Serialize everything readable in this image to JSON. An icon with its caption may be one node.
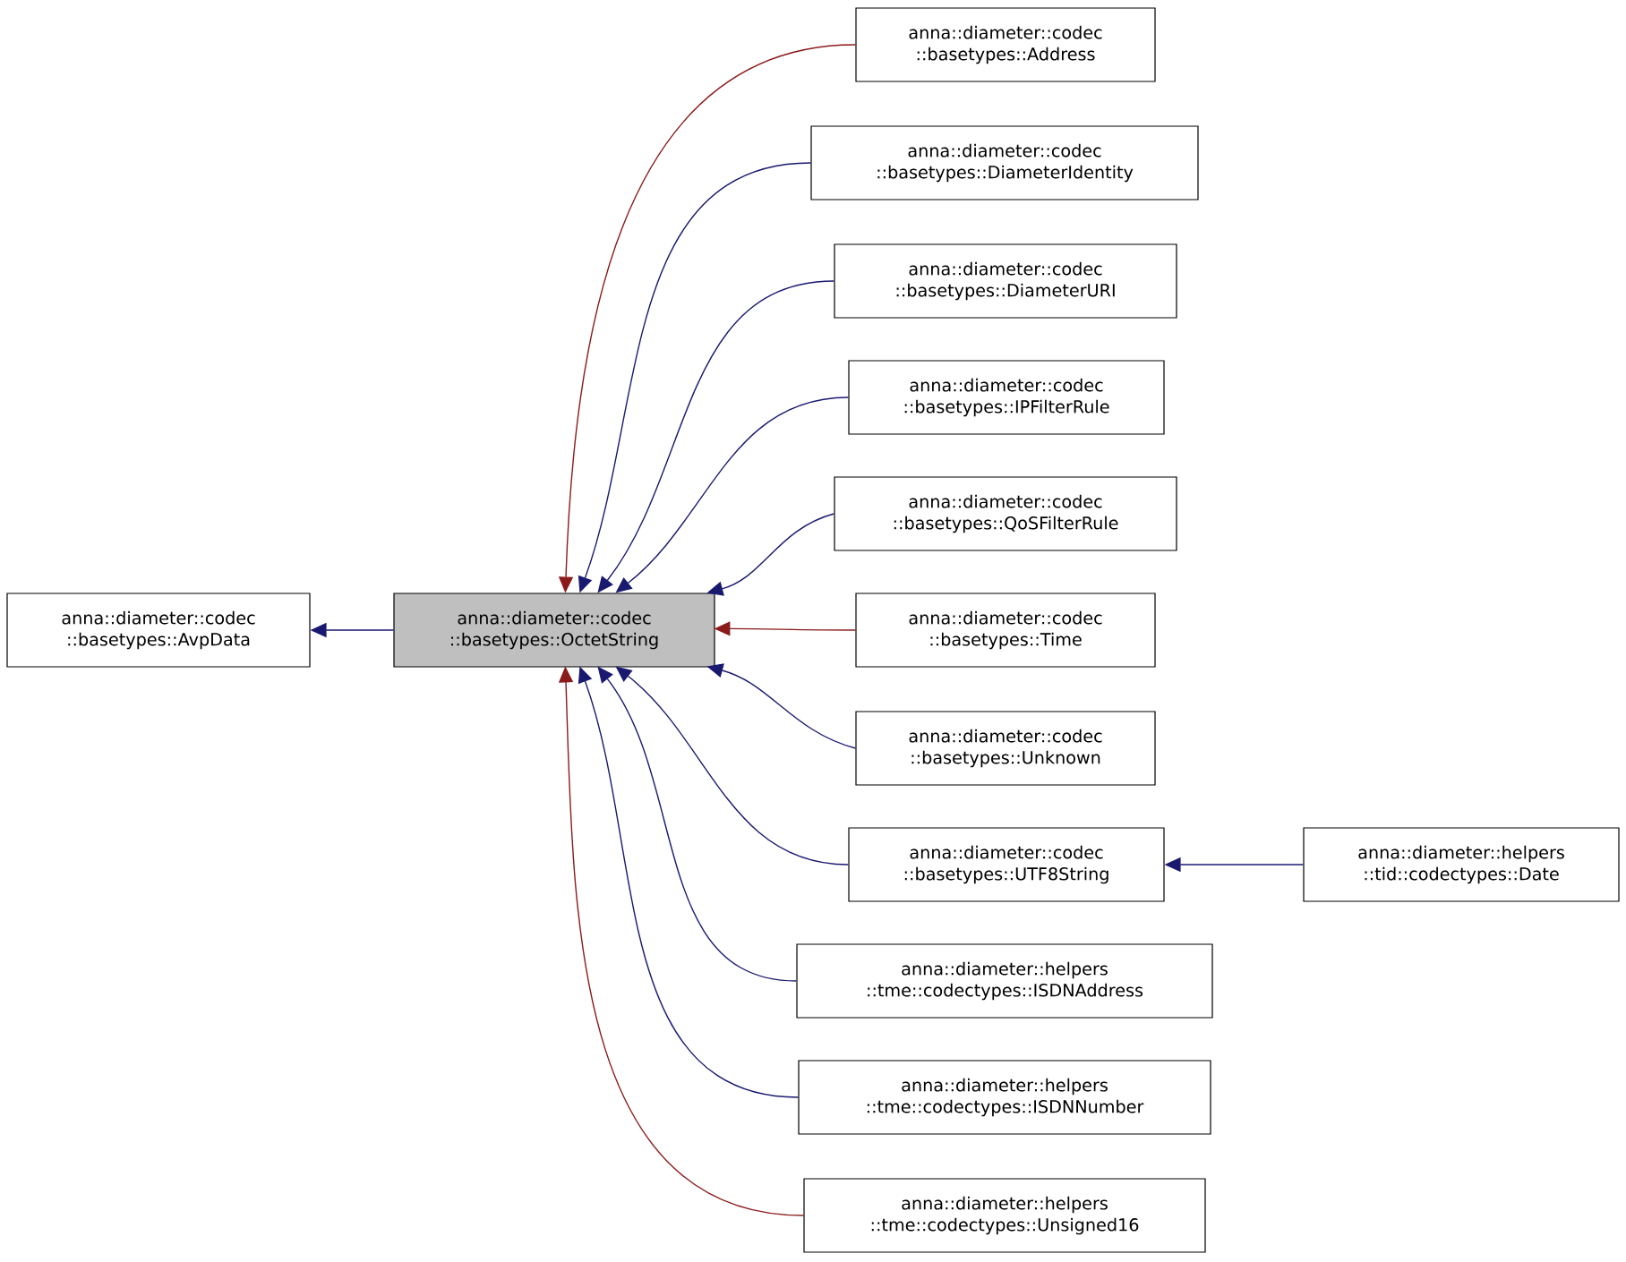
{
  "diagram": {
    "nodes": [
      {
        "text": [
          "anna::diameter::codec ::basetypes::AvpData"
        ]
      },
      {
        "text": [
          "anna::diameter::codec ::basetypes::OctetString"
        ]
      },
      {
        "text": [
          "anna::diameter::codec ::basetypes::Address"
        ]
      },
      {
        "text": [
          "anna::diameter::codec ::basetypes::DiameterIdentity"
        ]
      },
      {
        "text": [
          "anna::diameter::codec ::basetypes::DiameterURI"
        ]
      },
      {
        "text": [
          "anna::diameter::codec ::basetypes::IPFilterRule"
        ]
      },
      {
        "text": [
          "anna::diameter::codec ::basetypes::QoSFilterRule"
        ]
      },
      {
        "text": [
          "anna::diameter::codec ::basetypes::Time"
        ]
      },
      {
        "text": [
          "anna::diameter::codec ::basetypes::Unknown"
        ]
      },
      {
        "text": [
          "anna::diameter::codec ::basetypes::UTF8String"
        ]
      },
      {
        "text": [
          "anna::diameter::helpers ::tme::codectypes::ISDNAddress"
        ]
      },
      {
        "text": [
          "anna::diameter::helpers ::tme::codectypes::ISDNNumber"
        ]
      },
      {
        "text": [
          "anna::diameter::helpers ::tme::codectypes::Unsigned16"
        ]
      },
      {
        "text": [
          "anna::diameter::helpers ::tid::codectypes::Date"
        ]
      }
    ],
    "edges": [
      {
        "from": 1,
        "to": 0,
        "arrow": "to"
      },
      {
        "from": 2,
        "to": 1,
        "arrow": "to",
        "color": "#8b1a1a"
      },
      {
        "from": 3,
        "to": 1,
        "arrow": "to"
      },
      {
        "from": 4,
        "to": 1,
        "arrow": "to"
      },
      {
        "from": 5,
        "to": 1,
        "arrow": "to"
      },
      {
        "from": 6,
        "to": 1,
        "arrow": "to"
      },
      {
        "from": 7,
        "to": 1,
        "arrow": "to",
        "color": "#8b1a1a"
      },
      {
        "from": 8,
        "to": 1,
        "arrow": "to"
      },
      {
        "from": 9,
        "to": 1,
        "arrow": "to"
      },
      {
        "from": 10,
        "to": 1,
        "arrow": "to"
      },
      {
        "from": 11,
        "to": 1,
        "arrow": "to"
      },
      {
        "from": 12,
        "to": 1,
        "arrow": "to",
        "color": "#8b1a1a"
      },
      {
        "from": 13,
        "to": 9,
        "arrow": "to"
      }
    ]
  }
}
